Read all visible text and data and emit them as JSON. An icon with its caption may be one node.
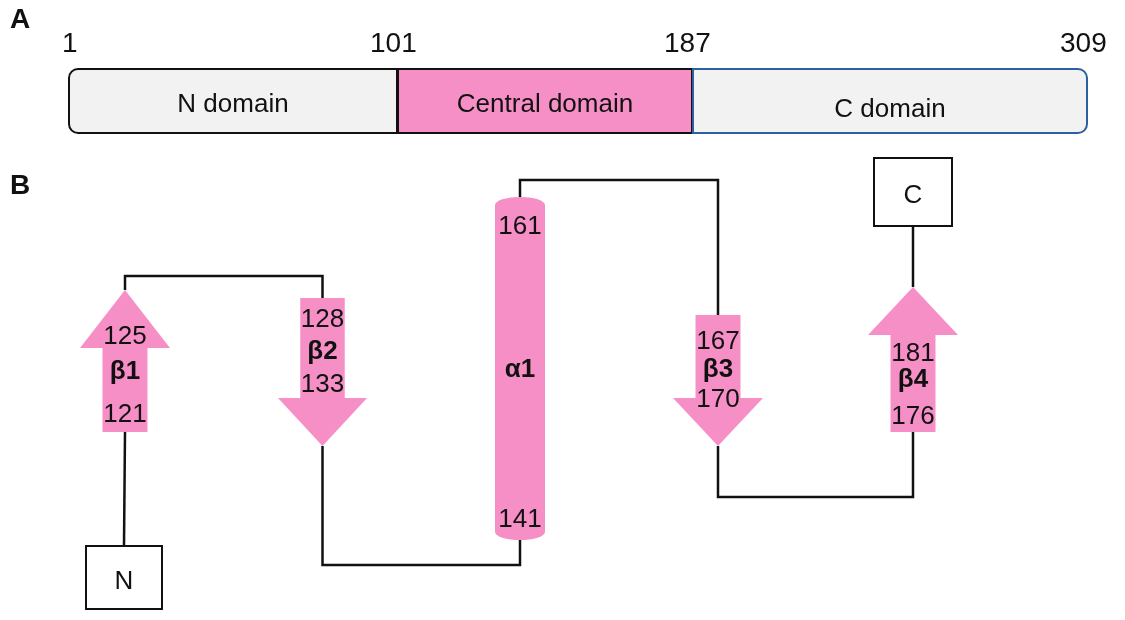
{
  "diagram": {
    "nodes": [
      {
        "text": [
          "N domain"
        ]
      },
      {
        "text": [
          "Central domain"
        ]
      },
      {
        "text": [
          "C domain"
        ]
      },
      {
        "text": [
          "N"
        ]
      },
      {
        "text": [
          "125",
          "β1",
          "121"
        ]
      },
      {
        "text": [
          "128",
          "β2",
          "133"
        ]
      },
      {
        "text": [
          "161",
          "α1",
          "141"
        ]
      },
      {
        "text": [
          "167",
          "β3",
          "170"
        ]
      },
      {
        "text": [
          "181",
          "β4",
          "176"
        ]
      },
      {
        "text": [
          "C"
        ]
      }
    ],
    "edges": [
      {
        "from": 3,
        "to": 4,
        "arrow": "none"
      },
      {
        "from": 4,
        "to": 5,
        "arrow": "none"
      },
      {
        "from": 5,
        "to": 6,
        "arrow": "none"
      },
      {
        "from": 6,
        "to": 7,
        "arrow": "none"
      },
      {
        "from": 7,
        "to": 8,
        "arrow": "none"
      },
      {
        "from": 8,
        "to": 9,
        "arrow": "none"
      }
    ],
    "labels": [
      "A",
      "1",
      "101",
      "187",
      "309",
      "B"
    ]
  }
}
